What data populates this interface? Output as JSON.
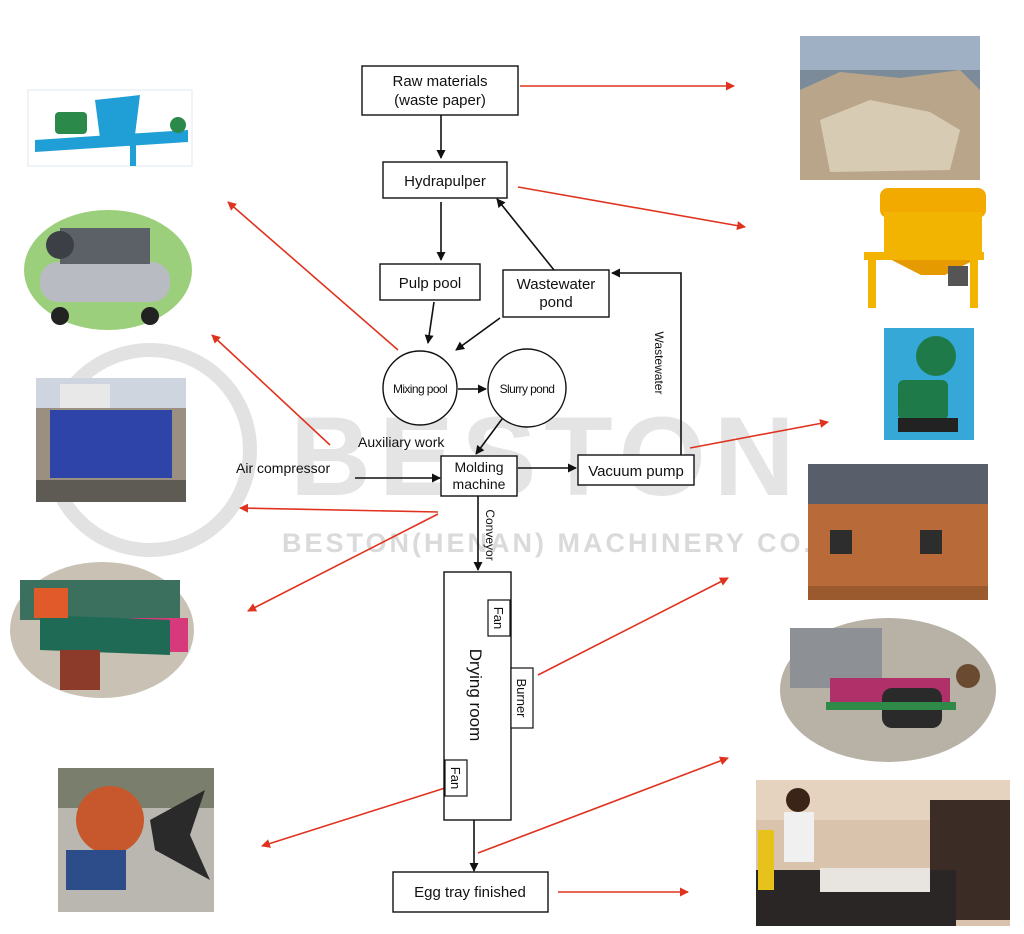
{
  "nodes": {
    "raw_materials": [
      "Raw materials",
      "(waste paper)"
    ],
    "hydrapulper": "Hydrapulper",
    "pulp_pool": "Pulp pool",
    "wastewater_pond": [
      "Wastewater",
      "pond"
    ],
    "mixing_pool": "Mixing pool",
    "slurry_pond": "Slurry pond",
    "molding_machine": [
      "Molding",
      "machine"
    ],
    "vacuum_pump": "Vacuum pump",
    "drying_room": "Drying room",
    "fan_top": "Fan",
    "fan_bottom": "Fan",
    "burner": "Burner",
    "egg_tray_finished": "Egg tray finished"
  },
  "labels": {
    "auxiliary_work": "Auxiliary work",
    "air_compressor": "Air compressor",
    "wastewater": "Wastewater",
    "conveyor": "Conveyor"
  },
  "watermark": {
    "brand": "BESTON",
    "company": "BESTON(HENAN) MACHINERY CO.,LTD"
  },
  "photos": [
    {
      "name": "photo-hydrapulper-machine",
      "icon": "hydrapulper-machine-icon"
    },
    {
      "name": "photo-air-compressor",
      "icon": "air-compressor-icon"
    },
    {
      "name": "photo-molding-machine",
      "icon": "molding-machine-icon"
    },
    {
      "name": "photo-conveyor-line",
      "icon": "conveyor-icon"
    },
    {
      "name": "photo-drying-fan",
      "icon": "fan-icon"
    },
    {
      "name": "photo-waste-paper",
      "icon": "waste-paper-icon"
    },
    {
      "name": "photo-pulp-mixer",
      "icon": "pulp-mixer-icon"
    },
    {
      "name": "photo-vacuum-pump",
      "icon": "vacuum-pump-icon"
    },
    {
      "name": "photo-brick-drying-room",
      "icon": "brick-drying-room-icon"
    },
    {
      "name": "photo-metal-drying-line",
      "icon": "drying-line-icon"
    },
    {
      "name": "photo-finished-egg-trays",
      "icon": "egg-tray-icon"
    }
  ],
  "colors": {
    "flow_arrow": "#111111",
    "pointer_arrow": "#e0331f",
    "watermark": "#d6d6d6"
  }
}
